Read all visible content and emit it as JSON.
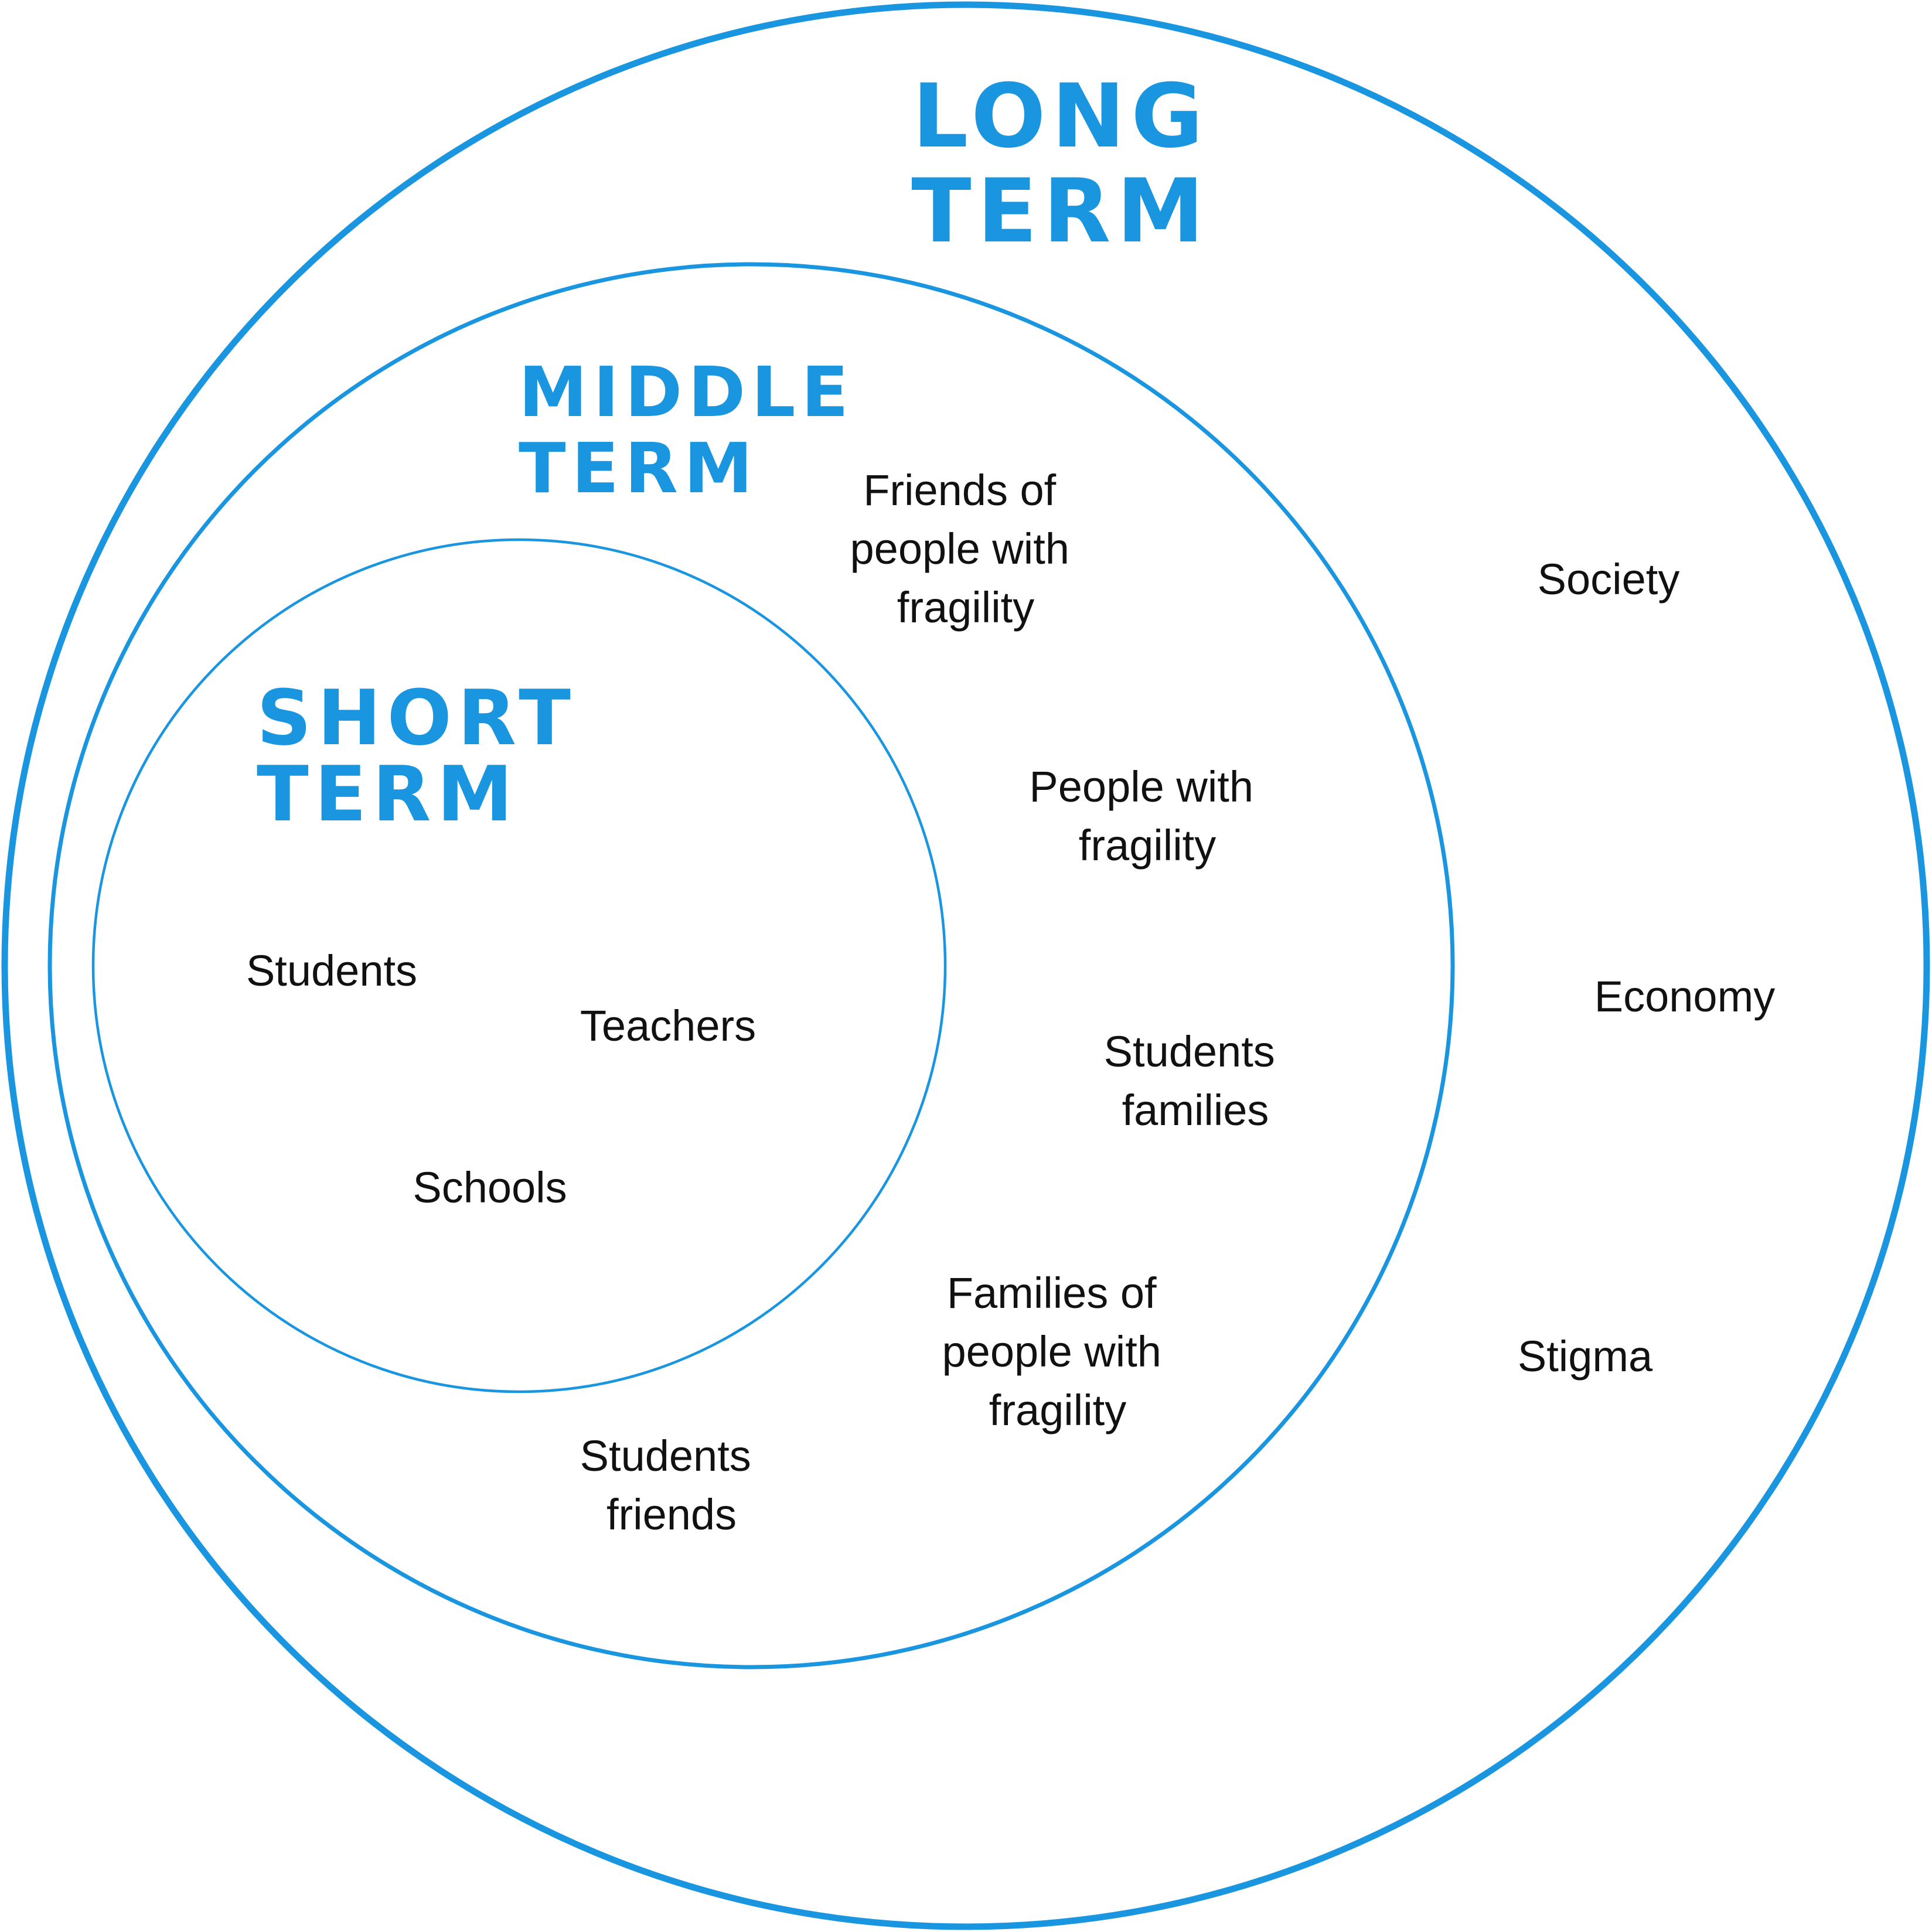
{
  "colors": {
    "accent": "#1a96e0",
    "text": "#111111",
    "background": "#ffffff"
  },
  "rings": {
    "long_term": {
      "title_line1": "LONG",
      "title_line2": "TERM",
      "items": [
        "Society",
        "Economy",
        "Stigma"
      ]
    },
    "middle_term": {
      "title_line1": "MIDDLE",
      "title_line2": "TERM",
      "items": [
        [
          "Friends of",
          "people with",
          "fragility"
        ],
        [
          "People with",
          "fragility"
        ],
        [
          "Students",
          "families"
        ],
        [
          "Families of",
          "people with",
          "fragility"
        ],
        [
          "Students",
          "friends"
        ]
      ]
    },
    "short_term": {
      "title_line1": "SHORT",
      "title_line2": "TERM",
      "items": [
        "Students",
        "Teachers",
        "Schools"
      ]
    }
  }
}
